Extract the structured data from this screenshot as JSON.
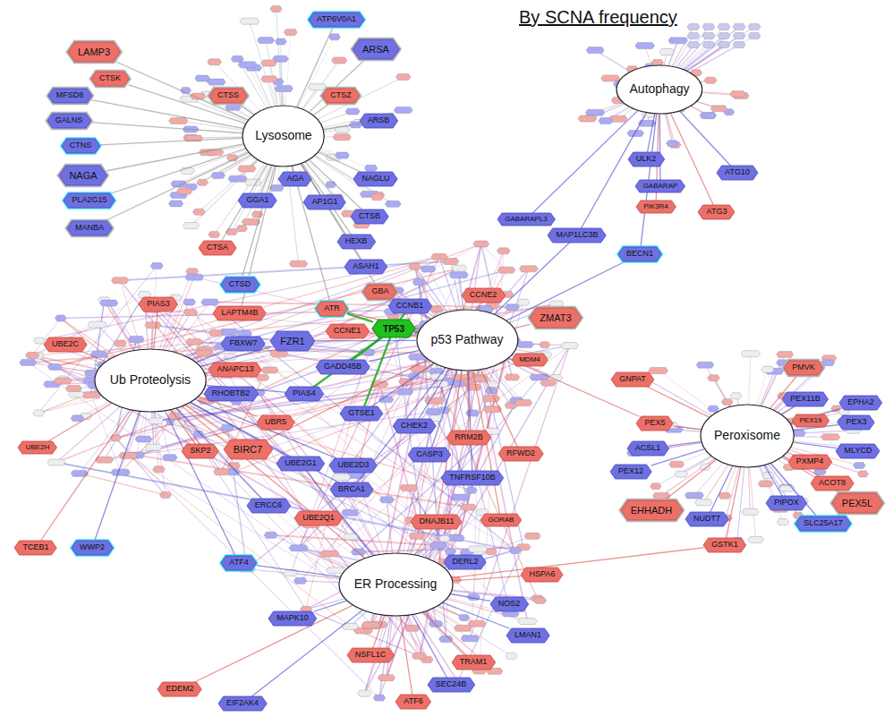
{
  "diagram": {
    "title": "By SCNA frequency",
    "nodes": [
      {
        "text": [
          "Lysosome"
        ]
      },
      {
        "text": [
          "Autophagy"
        ]
      },
      {
        "text": [
          "p53 Pathway"
        ]
      },
      {
        "text": [
          "Ub Proteolysis"
        ]
      },
      {
        "text": [
          "Peroxisome"
        ]
      },
      {
        "text": [
          "ER Processing"
        ]
      },
      {
        "text": [
          "TP53"
        ]
      },
      {
        "text": [
          "ATP6V0A1"
        ]
      },
      {
        "text": [
          "ARSA"
        ]
      },
      {
        "text": [
          "LAMP3"
        ]
      },
      {
        "text": [
          "CTSK"
        ]
      },
      {
        "text": [
          "CTSS"
        ]
      },
      {
        "text": [
          "CTSZ"
        ]
      },
      {
        "text": [
          "ARSB"
        ]
      },
      {
        "text": [
          "MFSD8"
        ]
      },
      {
        "text": [
          "GALNS"
        ]
      },
      {
        "text": [
          "CTNS"
        ]
      },
      {
        "text": [
          "NAGA"
        ]
      },
      {
        "text": [
          "AGA"
        ]
      },
      {
        "text": [
          "NAGLU"
        ]
      },
      {
        "text": [
          "PLA2G15"
        ]
      },
      {
        "text": [
          "GGA1"
        ]
      },
      {
        "text": [
          "AP1G1"
        ]
      },
      {
        "text": [
          "CTSB"
        ]
      },
      {
        "text": [
          "MANBA"
        ]
      },
      {
        "text": [
          "HEXB"
        ]
      },
      {
        "text": [
          "CTSA"
        ]
      },
      {
        "text": [
          "ASAH1"
        ]
      },
      {
        "text": [
          "CTSD"
        ]
      },
      {
        "text": [
          "GBA"
        ]
      },
      {
        "text": [
          "LAPTM4B"
        ]
      },
      {
        "text": [
          "ATR"
        ]
      },
      {
        "text": [
          "ULK2"
        ]
      },
      {
        "text": [
          "ATG10"
        ]
      },
      {
        "text": [
          "GABARAP"
        ]
      },
      {
        "text": [
          "PIK3R4"
        ]
      },
      {
        "text": [
          "ATG3"
        ]
      },
      {
        "text": [
          "GABARAPL3"
        ]
      },
      {
        "text": [
          "MAP1LC3B"
        ]
      },
      {
        "text": [
          "BECN1"
        ]
      },
      {
        "text": [
          "CCNE2"
        ]
      },
      {
        "text": [
          "CCNB1"
        ]
      },
      {
        "text": [
          "CCNE1"
        ]
      },
      {
        "text": [
          "ZMAT3"
        ]
      },
      {
        "text": [
          "MDM4"
        ]
      },
      {
        "text": [
          "FZR1"
        ]
      },
      {
        "text": [
          "GADD45B"
        ]
      },
      {
        "text": [
          "PIAS4"
        ]
      },
      {
        "text": [
          "GTSE1"
        ]
      },
      {
        "text": [
          "CHEK2"
        ]
      },
      {
        "text": [
          "RRM2B"
        ]
      },
      {
        "text": [
          "RFWD2"
        ]
      },
      {
        "text": [
          "CASP3"
        ]
      },
      {
        "text": [
          "TNFRSF10B"
        ]
      },
      {
        "text": [
          "PIAS3"
        ]
      },
      {
        "text": [
          "FBXW7"
        ]
      },
      {
        "text": [
          "UBE2C"
        ]
      },
      {
        "text": [
          "ANAPC13"
        ]
      },
      {
        "text": [
          "RHOBTB2"
        ]
      },
      {
        "text": [
          "UBR5"
        ]
      },
      {
        "text": [
          "SKP2"
        ]
      },
      {
        "text": [
          "BIRC7"
        ]
      },
      {
        "text": [
          "UBE2H"
        ]
      },
      {
        "text": [
          "UBE2G1"
        ]
      },
      {
        "text": [
          "UBE2D3"
        ]
      },
      {
        "text": [
          "BRCA1"
        ]
      },
      {
        "text": [
          "ERCC6"
        ]
      },
      {
        "text": [
          "UBE2Q1"
        ]
      },
      {
        "text": [
          "TCEB1"
        ]
      },
      {
        "text": [
          "WWP2"
        ]
      },
      {
        "text": [
          "DNAJB11"
        ]
      },
      {
        "text": [
          "GORAB"
        ]
      },
      {
        "text": [
          "ATF4"
        ]
      },
      {
        "text": [
          "DERL2"
        ]
      },
      {
        "text": [
          "HSPA6"
        ]
      },
      {
        "text": [
          "NOS2"
        ]
      },
      {
        "text": [
          "MAPK10"
        ]
      },
      {
        "text": [
          "LMAN1"
        ]
      },
      {
        "text": [
          "NSFL1C"
        ]
      },
      {
        "text": [
          "TRAM1"
        ]
      },
      {
        "text": [
          "SEC24B"
        ]
      },
      {
        "text": [
          "EDEM2"
        ]
      },
      {
        "text": [
          "ATF6"
        ]
      },
      {
        "text": [
          "EIF2AK4"
        ]
      },
      {
        "text": [
          "PMVK"
        ]
      },
      {
        "text": [
          "GNPAT"
        ]
      },
      {
        "text": [
          "PEX11B"
        ]
      },
      {
        "text": [
          "EPHA2"
        ]
      },
      {
        "text": [
          "PEX19"
        ]
      },
      {
        "text": [
          "PEX5"
        ]
      },
      {
        "text": [
          "PEX3"
        ]
      },
      {
        "text": [
          "ACSL1"
        ]
      },
      {
        "text": [
          "MLYCD"
        ]
      },
      {
        "text": [
          "PXMP4"
        ]
      },
      {
        "text": [
          "PEX12"
        ]
      },
      {
        "text": [
          "ACOT8"
        ]
      },
      {
        "text": [
          "PIPOX"
        ]
      },
      {
        "text": [
          "EHHADH"
        ]
      },
      {
        "text": [
          "PEX5L"
        ]
      },
      {
        "text": [
          "NUDT7"
        ]
      },
      {
        "text": [
          "SLC25A17"
        ]
      },
      {
        "text": [
          "GSTK1"
        ]
      }
    ],
    "edges": [
      {
        "from": 0,
        "to": 7,
        "arrow": "none"
      },
      {
        "from": 0,
        "to": 8,
        "arrow": "none"
      },
      {
        "from": 0,
        "to": 9,
        "arrow": "none"
      },
      {
        "from": 0,
        "to": 10,
        "arrow": "none"
      },
      {
        "from": 0,
        "to": 11,
        "arrow": "none"
      },
      {
        "from": 0,
        "to": 12,
        "arrow": "none"
      },
      {
        "from": 0,
        "to": 13,
        "arrow": "none"
      },
      {
        "from": 0,
        "to": 14,
        "arrow": "none"
      },
      {
        "from": 0,
        "to": 15,
        "arrow": "none"
      },
      {
        "from": 0,
        "to": 16,
        "arrow": "none"
      },
      {
        "from": 0,
        "to": 17,
        "arrow": "none"
      },
      {
        "from": 0,
        "to": 18,
        "arrow": "none"
      },
      {
        "from": 0,
        "to": 19,
        "arrow": "none"
      },
      {
        "from": 0,
        "to": 20,
        "arrow": "none"
      },
      {
        "from": 0,
        "to": 21,
        "arrow": "none"
      },
      {
        "from": 0,
        "to": 22,
        "arrow": "none"
      },
      {
        "from": 0,
        "to": 23,
        "arrow": "none"
      },
      {
        "from": 0,
        "to": 24,
        "arrow": "none"
      },
      {
        "from": 0,
        "to": 25,
        "arrow": "none"
      },
      {
        "from": 0,
        "to": 26,
        "arrow": "none"
      },
      {
        "from": 0,
        "to": 27,
        "arrow": "none"
      },
      {
        "from": 0,
        "to": 28,
        "arrow": "none"
      },
      {
        "from": 0,
        "to": 29,
        "arrow": "none"
      },
      {
        "from": 0,
        "to": 30,
        "arrow": "none"
      },
      {
        "from": 2,
        "to": 31,
        "arrow": "none"
      },
      {
        "from": 1,
        "to": 32,
        "arrow": "none"
      },
      {
        "from": 1,
        "to": 33,
        "arrow": "none"
      },
      {
        "from": 1,
        "to": 34,
        "arrow": "none"
      },
      {
        "from": 1,
        "to": 35,
        "arrow": "none"
      },
      {
        "from": 1,
        "to": 36,
        "arrow": "none"
      },
      {
        "from": 1,
        "to": 37,
        "arrow": "none"
      },
      {
        "from": 1,
        "to": 38,
        "arrow": "none"
      },
      {
        "from": 1,
        "to": 39,
        "arrow": "none"
      },
      {
        "from": 2,
        "to": 40,
        "arrow": "none"
      },
      {
        "from": 2,
        "to": 41,
        "arrow": "none"
      },
      {
        "from": 2,
        "to": 42,
        "arrow": "none"
      },
      {
        "from": 2,
        "to": 43,
        "arrow": "none"
      },
      {
        "from": 2,
        "to": 44,
        "arrow": "none"
      },
      {
        "from": 3,
        "to": 45,
        "arrow": "none"
      },
      {
        "from": 2,
        "to": 46,
        "arrow": "none"
      },
      {
        "from": 3,
        "to": 47,
        "arrow": "none"
      },
      {
        "from": 2,
        "to": 48,
        "arrow": "none"
      },
      {
        "from": 2,
        "to": 49,
        "arrow": "none"
      },
      {
        "from": 2,
        "to": 50,
        "arrow": "none"
      },
      {
        "from": 2,
        "to": 51,
        "arrow": "none"
      },
      {
        "from": 2,
        "to": 52,
        "arrow": "none"
      },
      {
        "from": 2,
        "to": 53,
        "arrow": "none"
      },
      {
        "from": 3,
        "to": 54,
        "arrow": "none"
      },
      {
        "from": 3,
        "to": 55,
        "arrow": "none"
      },
      {
        "from": 3,
        "to": 56,
        "arrow": "none"
      },
      {
        "from": 3,
        "to": 57,
        "arrow": "none"
      },
      {
        "from": 3,
        "to": 58,
        "arrow": "none"
      },
      {
        "from": 3,
        "to": 59,
        "arrow": "none"
      },
      {
        "from": 3,
        "to": 60,
        "arrow": "none"
      },
      {
        "from": 3,
        "to": 61,
        "arrow": "none"
      },
      {
        "from": 3,
        "to": 62,
        "arrow": "none"
      },
      {
        "from": 3,
        "to": 63,
        "arrow": "none"
      },
      {
        "from": 3,
        "to": 64,
        "arrow": "none"
      },
      {
        "from": 3,
        "to": 65,
        "arrow": "none"
      },
      {
        "from": 3,
        "to": 66,
        "arrow": "none"
      },
      {
        "from": 3,
        "to": 67,
        "arrow": "none"
      },
      {
        "from": 3,
        "to": 68,
        "arrow": "none"
      },
      {
        "from": 3,
        "to": 69,
        "arrow": "none"
      },
      {
        "from": 5,
        "to": 70,
        "arrow": "none"
      },
      {
        "from": 2,
        "to": 71,
        "arrow": "none"
      },
      {
        "from": 5,
        "to": 72,
        "arrow": "none"
      },
      {
        "from": 5,
        "to": 73,
        "arrow": "none"
      },
      {
        "from": 5,
        "to": 74,
        "arrow": "none"
      },
      {
        "from": 5,
        "to": 75,
        "arrow": "none"
      },
      {
        "from": 5,
        "to": 76,
        "arrow": "none"
      },
      {
        "from": 5,
        "to": 77,
        "arrow": "none"
      },
      {
        "from": 5,
        "to": 78,
        "arrow": "none"
      },
      {
        "from": 5,
        "to": 79,
        "arrow": "none"
      },
      {
        "from": 5,
        "to": 80,
        "arrow": "none"
      },
      {
        "from": 5,
        "to": 81,
        "arrow": "none"
      },
      {
        "from": 5,
        "to": 82,
        "arrow": "none"
      },
      {
        "from": 5,
        "to": 83,
        "arrow": "none"
      },
      {
        "from": 4,
        "to": 84,
        "arrow": "none"
      },
      {
        "from": 4,
        "to": 85,
        "arrow": "none"
      },
      {
        "from": 4,
        "to": 86,
        "arrow": "none"
      },
      {
        "from": 4,
        "to": 87,
        "arrow": "none"
      },
      {
        "from": 4,
        "to": 88,
        "arrow": "none"
      },
      {
        "from": 4,
        "to": 89,
        "arrow": "none"
      },
      {
        "from": 4,
        "to": 90,
        "arrow": "none"
      },
      {
        "from": 4,
        "to": 91,
        "arrow": "none"
      },
      {
        "from": 4,
        "to": 92,
        "arrow": "none"
      },
      {
        "from": 4,
        "to": 93,
        "arrow": "none"
      },
      {
        "from": 4,
        "to": 94,
        "arrow": "none"
      },
      {
        "from": 4,
        "to": 95,
        "arrow": "none"
      },
      {
        "from": 4,
        "to": 96,
        "arrow": "none"
      },
      {
        "from": 4,
        "to": 97,
        "arrow": "none"
      },
      {
        "from": 4,
        "to": 98,
        "arrow": "none"
      },
      {
        "from": 4,
        "to": 99,
        "arrow": "none"
      },
      {
        "from": 4,
        "to": 100,
        "arrow": "none"
      },
      {
        "from": 4,
        "to": 101,
        "arrow": "none"
      },
      {
        "from": 2,
        "to": 6,
        "arrow": "none"
      },
      {
        "from": 6,
        "to": 46,
        "arrow": "none"
      },
      {
        "from": 6,
        "to": 47,
        "arrow": "none"
      },
      {
        "from": 6,
        "to": 41,
        "arrow": "none"
      },
      {
        "from": 6,
        "to": 31,
        "arrow": "none"
      },
      {
        "from": 6,
        "to": 48,
        "arrow": "none"
      },
      {
        "from": 2,
        "to": 39,
        "arrow": "none"
      },
      {
        "from": 5,
        "to": 101,
        "arrow": "none"
      },
      {
        "from": 0,
        "to": 31,
        "arrow": "none"
      },
      {
        "from": 2,
        "to": 61,
        "arrow": "none"
      },
      {
        "from": 2,
        "to": 65,
        "arrow": "none"
      },
      {
        "from": 2,
        "to": 70,
        "arrow": "none"
      },
      {
        "from": 2,
        "to": 45,
        "arrow": "none"
      },
      {
        "from": 2,
        "to": 29,
        "arrow": "none"
      },
      {
        "from": 2,
        "to": 89,
        "arrow": "none"
      },
      {
        "from": 3,
        "to": 72,
        "arrow": "none"
      },
      {
        "from": 2,
        "to": 38,
        "arrow": "none"
      },
      {
        "from": 5,
        "to": 63,
        "arrow": "none"
      },
      {
        "from": 5,
        "to": 67,
        "arrow": "none"
      }
    ]
  }
}
